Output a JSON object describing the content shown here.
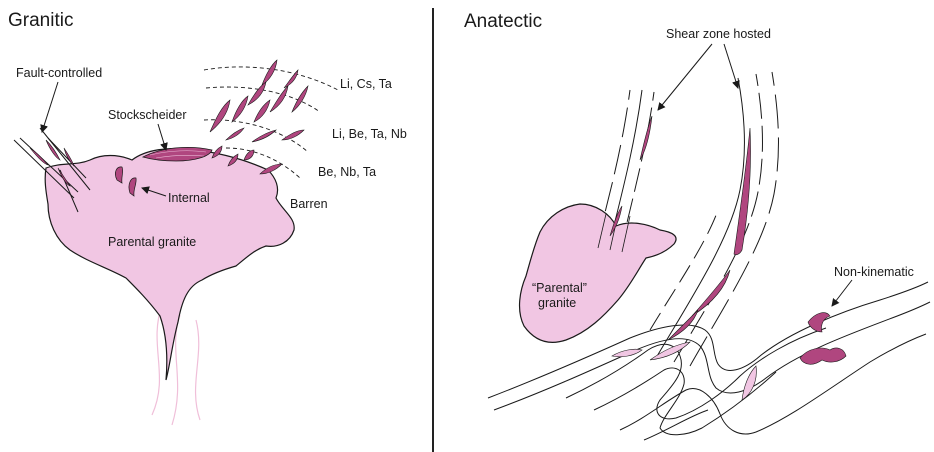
{
  "panels": {
    "left": {
      "title": "Granitic",
      "labels": {
        "fault_controlled": "Fault-controlled",
        "stockscheider": "Stockscheider",
        "internal": "Internal",
        "parental_granite": "Parental granite",
        "barren": "Barren",
        "zone_outer": "Li, Cs, Ta",
        "zone_middle": "Li, Be, Ta, Nb",
        "zone_inner": "Be, Nb, Ta"
      }
    },
    "right": {
      "title": "Anatectic",
      "labels": {
        "shear_zone_hosted": "Shear zone hosted",
        "parental_line1": "“Parental”",
        "parental_line2": "granite",
        "non_kinematic": "Non-kinematic"
      }
    }
  },
  "colors": {
    "granite_fill": "#f1c6e3",
    "pegmatite_fill": "#b0467f",
    "outline": "#1a1a1a",
    "divider": "#222222"
  }
}
